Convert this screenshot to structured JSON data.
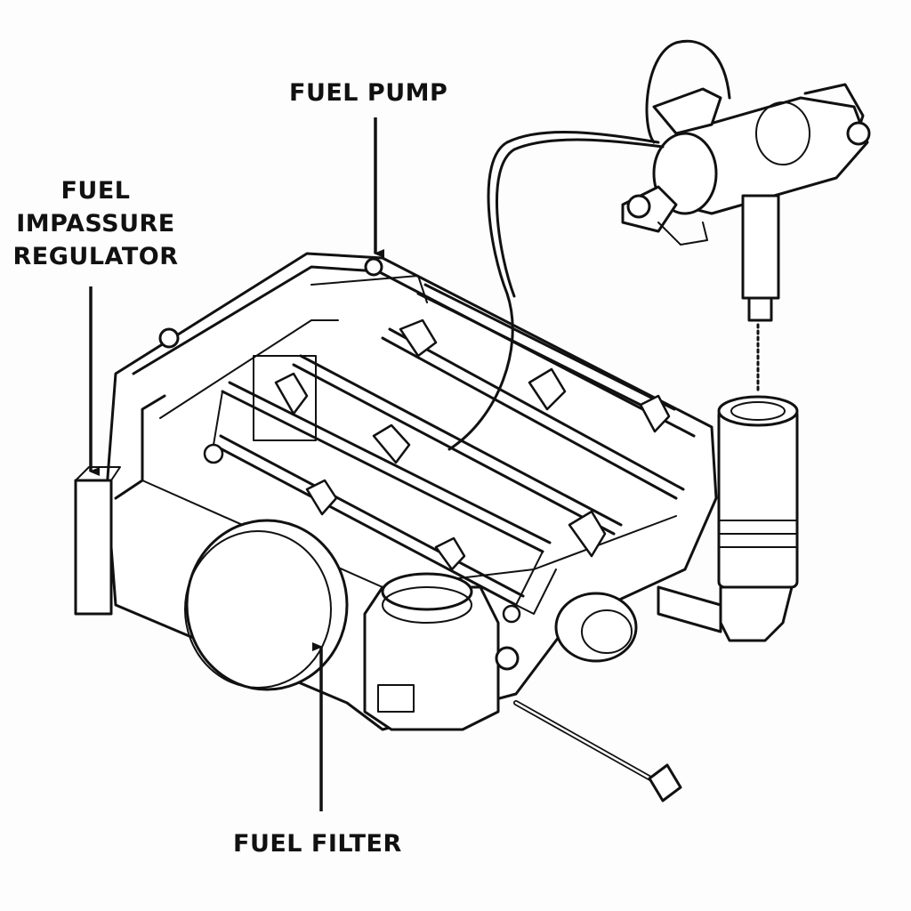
{
  "labels": {
    "fuel_pump": "FUEL PUMP",
    "regulator": [
      "FUEL",
      "IMPASSURE",
      "REGULATOR"
    ],
    "fuel_filter": "FUEL FILTER"
  },
  "colors": {
    "ink": "#111111",
    "background": "#fdfdfd",
    "fill": "#ffffff"
  }
}
